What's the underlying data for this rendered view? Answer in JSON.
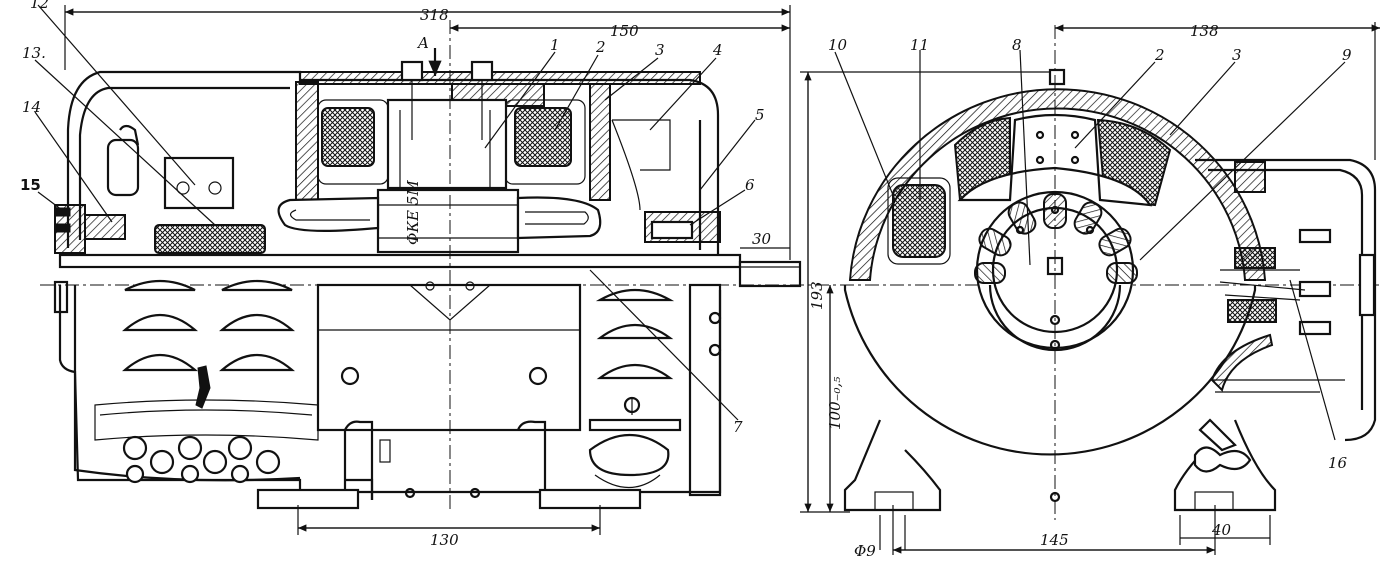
{
  "dimensions": {
    "overall_length": "318",
    "half_length": "150",
    "shaft_end": "30",
    "foot_spacing": "130",
    "side_width": "138",
    "height": "193",
    "center_height": "100₋₀,₅",
    "feet_width": "145",
    "hole_dia": "Φ9",
    "foot_width": "40"
  },
  "callouts": {
    "n1": "1",
    "n2": "2",
    "n3": "3",
    "n4": "4",
    "n5": "5",
    "n6": "6",
    "n7": "7",
    "n8": "8",
    "n9": "9",
    "n10": "10",
    "n11": "11",
    "n12": "12",
    "n13": "13.",
    "n14": "14",
    "n15": "15",
    "n16": "16",
    "n2b": "2",
    "n3b": "3"
  },
  "view_marker": "A",
  "stamp_text": "ФКЕ 5М"
}
